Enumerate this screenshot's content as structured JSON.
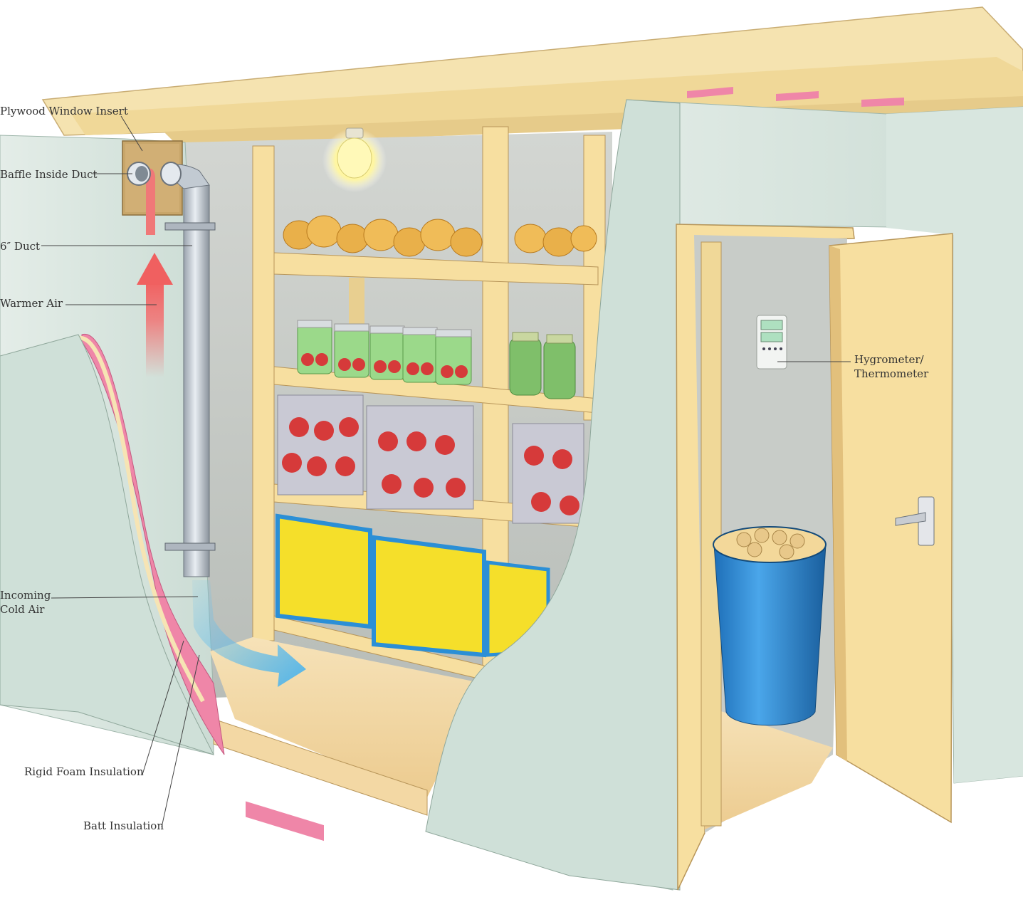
{
  "labels": {
    "plywood_window_insert": "Plywood Window Insert",
    "baffle_inside_duct": "Baffle Inside Duct",
    "six_inch_duct": "6″ Duct",
    "warmer_air": "Warmer Air",
    "incoming_cold_air_line1": "Incoming",
    "incoming_cold_air_line2": "Cold Air",
    "rigid_foam_insulation": "Rigid Foam Insulation",
    "batt_insulation": "Batt Insulation",
    "hygrometer_line1": "Hygrometer/",
    "hygrometer_line2": "Thermometer"
  },
  "colors": {
    "wall": "#cfe0d8",
    "wood": "#f7dfa0",
    "wood_edge": "#b8965a",
    "insulation_pink": "#ef86a8",
    "warm_arrow": "#f07878",
    "cold_arrow": "#6ec3ee",
    "bin_blue": "#2b8fd6",
    "crate_yellow": "#f5df2a",
    "tomato_red": "#d63a3a",
    "onion": "#e9b04a",
    "jar_green": "#8fcf79",
    "floor": "#f3d8a4"
  },
  "icons": [
    "light-bulb-icon",
    "door-handle-icon",
    "hygrometer-icon"
  ]
}
